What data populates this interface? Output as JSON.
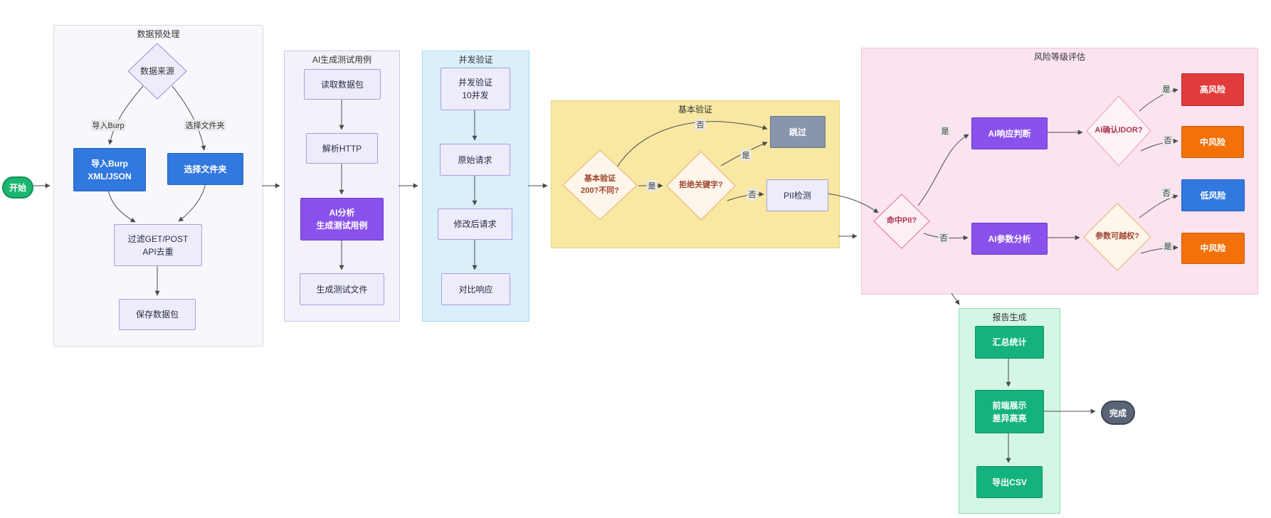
{
  "groups": {
    "preprocess": {
      "title": "数据预处理"
    },
    "ai_cases": {
      "title": "AI生成测试用例"
    },
    "concurrent": {
      "title": "并发验证"
    },
    "basic": {
      "title": "基本验证"
    },
    "risk": {
      "title": "风险等级评估"
    },
    "report": {
      "title": "报告生成"
    }
  },
  "nodes": {
    "start": "开始",
    "data_source": "数据来源",
    "import_burp": "导入Burp\nXML/JSON",
    "select_folder": "选择文件夹",
    "filter_dedupe": "过滤GET/POST\nAPI去重",
    "save_packets": "保存数据包",
    "read_packets": "读取数据包",
    "parse_http": "解析HTTP",
    "ai_analyze": "AI分析\n生成测试用例",
    "gen_test_files": "生成测试文件",
    "concurrent_10": "并发验证\n10并发",
    "original_request": "原始请求",
    "modified_request": "修改后请求",
    "compare_response": "对比响应",
    "basic_check": "基本验证\n200?不同?",
    "reject_keyword": "拒绝关键字?",
    "skip": "跳过",
    "pii_detect": "PII检测",
    "hit_pii": "命中PII?",
    "ai_response_judge": "AI响应判断",
    "ai_confirm_idor": "AI确认IDOR?",
    "high_risk": "高风险",
    "mid_risk": "中风险",
    "low_risk": "低风险",
    "param_escalation": "参数可越权?",
    "ai_param_analyze": "AI参数分析",
    "summary_stats": "汇总统计",
    "frontend_display": "前端展示\n差异高亮",
    "export_csv": "导出CSV",
    "end": "完成"
  },
  "edge_labels": {
    "import_burp": "导入Burp",
    "select_folder": "选择文件夹",
    "yes": "是",
    "no": "否"
  },
  "colors": {
    "start_fill": "#1DB56F",
    "end_fill": "#5A6477",
    "blue_node": "#3178DF",
    "purple_node": "#8A52EC",
    "green_node": "#14B27E",
    "red_node": "#E23B3B",
    "orange_node": "#F2710A",
    "gray_node": "#8895AA",
    "default_node_fill": "#EDECFB",
    "default_node_border": "#AC9CDE",
    "group_preprocess_bg": "#F8F8FC",
    "group_ai_bg": "#F4F1FB",
    "group_concurrent_bg": "#D9F0FB",
    "group_basic_bg": "#F8E8A2",
    "group_risk_bg": "#FBE3EF",
    "group_report_bg": "#D4F6E4",
    "edge_stroke": "#4C4C4C"
  }
}
